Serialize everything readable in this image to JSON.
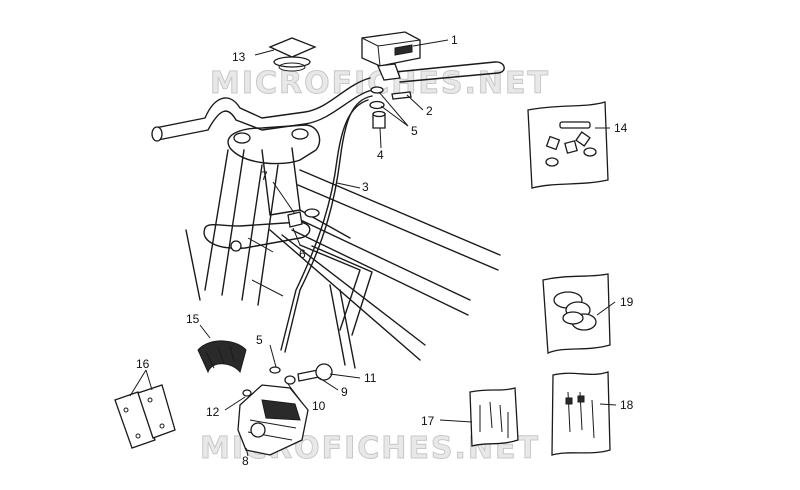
{
  "watermark": {
    "text": "MICROFICHES.NET",
    "color": "#d4d4d4"
  },
  "colors": {
    "line": "#1a1a1a",
    "background": "#ffffff"
  },
  "callouts": [
    {
      "id": "1",
      "part": "master-cylinder"
    },
    {
      "id": "2",
      "part": "screw"
    },
    {
      "id": "3",
      "part": "brake-hose"
    },
    {
      "id": "4",
      "part": "banjo-bolt"
    },
    {
      "id": "5",
      "part": "washer-upper"
    },
    {
      "id": "5",
      "part": "washer-lower"
    },
    {
      "id": "6",
      "part": "hose-guide"
    },
    {
      "id": "7",
      "part": "hose-clamp"
    },
    {
      "id": "8",
      "part": "caliper"
    },
    {
      "id": "9",
      "part": "pin"
    },
    {
      "id": "10",
      "part": "washer"
    },
    {
      "id": "11",
      "part": "screw"
    },
    {
      "id": "12",
      "part": "washer"
    },
    {
      "id": "13",
      "part": "reservoir-cap"
    },
    {
      "id": "14",
      "part": "repair-kit-bag"
    },
    {
      "id": "15",
      "part": "pad-spring"
    },
    {
      "id": "16",
      "part": "brake-pads"
    },
    {
      "id": "17",
      "part": "screw-kit-bag"
    },
    {
      "id": "18",
      "part": "bleeder-kit-bag"
    },
    {
      "id": "19",
      "part": "seal-kit-bag"
    }
  ]
}
